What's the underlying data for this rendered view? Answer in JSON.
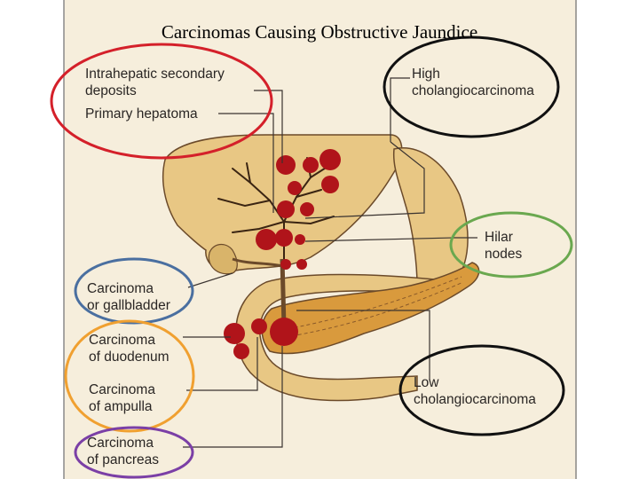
{
  "title": "Carcinomas Causing Obstructive Jaundice",
  "labels": {
    "intrahepatic": [
      "Intrahepatic secondary",
      "deposits"
    ],
    "primary_hepatoma": "Primary hepatoma",
    "high_cholangio": [
      "High",
      "cholangiocarcinoma"
    ],
    "hilar_nodes": [
      "Hilar",
      "nodes"
    ],
    "gallbladder": [
      "Carcinoma",
      "or gallbladder"
    ],
    "duodenum": [
      "Carcinoma",
      "of duodenum"
    ],
    "ampulla": [
      "Carcinoma",
      "of ampulla"
    ],
    "pancreas": [
      "Carcinoma",
      "of pancreas"
    ],
    "low_cholangio": [
      "Low",
      "cholangiocarcinoma"
    ]
  },
  "colors": {
    "page_frame": "#8a8a8a",
    "plate_background": "#f6eedc",
    "organ_fill": "#e8c784",
    "organ_outline": "#6b4a2a",
    "pancreas_fill": "#d99a3d",
    "tumor": "#b0141a",
    "leader_line": "#3a3330",
    "ring_red": "#d4202a",
    "ring_black": "#111111",
    "ring_green": "#6aa84f",
    "ring_blue": "#4a6fa0",
    "ring_orange": "#f0a030",
    "ring_purple": "#7b3fa6"
  }
}
